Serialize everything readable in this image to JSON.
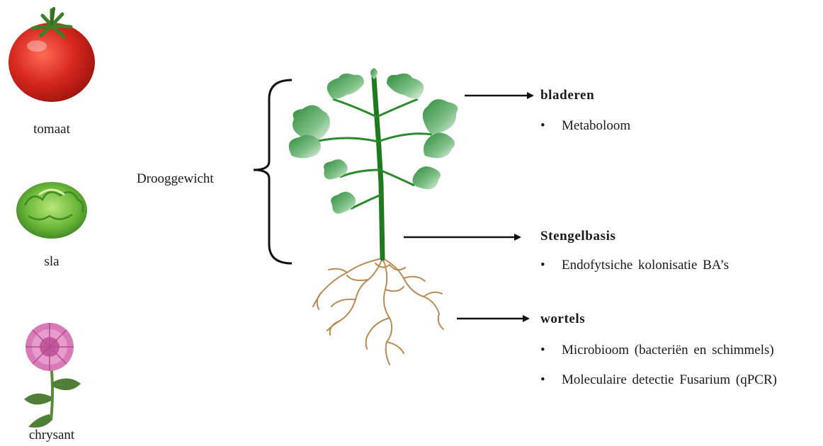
{
  "crops": [
    {
      "label": "tomaat",
      "icon": "tomato-icon"
    },
    {
      "label": "sla",
      "icon": "lettuce-icon"
    },
    {
      "label": "chrysant",
      "icon": "chrysanthemum-icon"
    }
  ],
  "bracket_label": "Drooggewicht",
  "sections": [
    {
      "heading": "bladeren",
      "bullets": [
        "Metaboloom"
      ]
    },
    {
      "heading": "Stengelbasis",
      "bullets": [
        "Endofytsiche kolonisatie BA’s"
      ]
    },
    {
      "heading": "wortels",
      "bullets": [
        "Microbioom (bacteriën en schimmels)",
        "Moleculaire detectie Fusarium (qPCR)"
      ]
    }
  ],
  "colors": {
    "tomato": "#d8281e",
    "lettuce": "#5aa632",
    "chrysanthemum": "#d97ab8",
    "stem": "#1f7a1f",
    "leaf": "#3f9a48",
    "root": "#b98a55"
  }
}
